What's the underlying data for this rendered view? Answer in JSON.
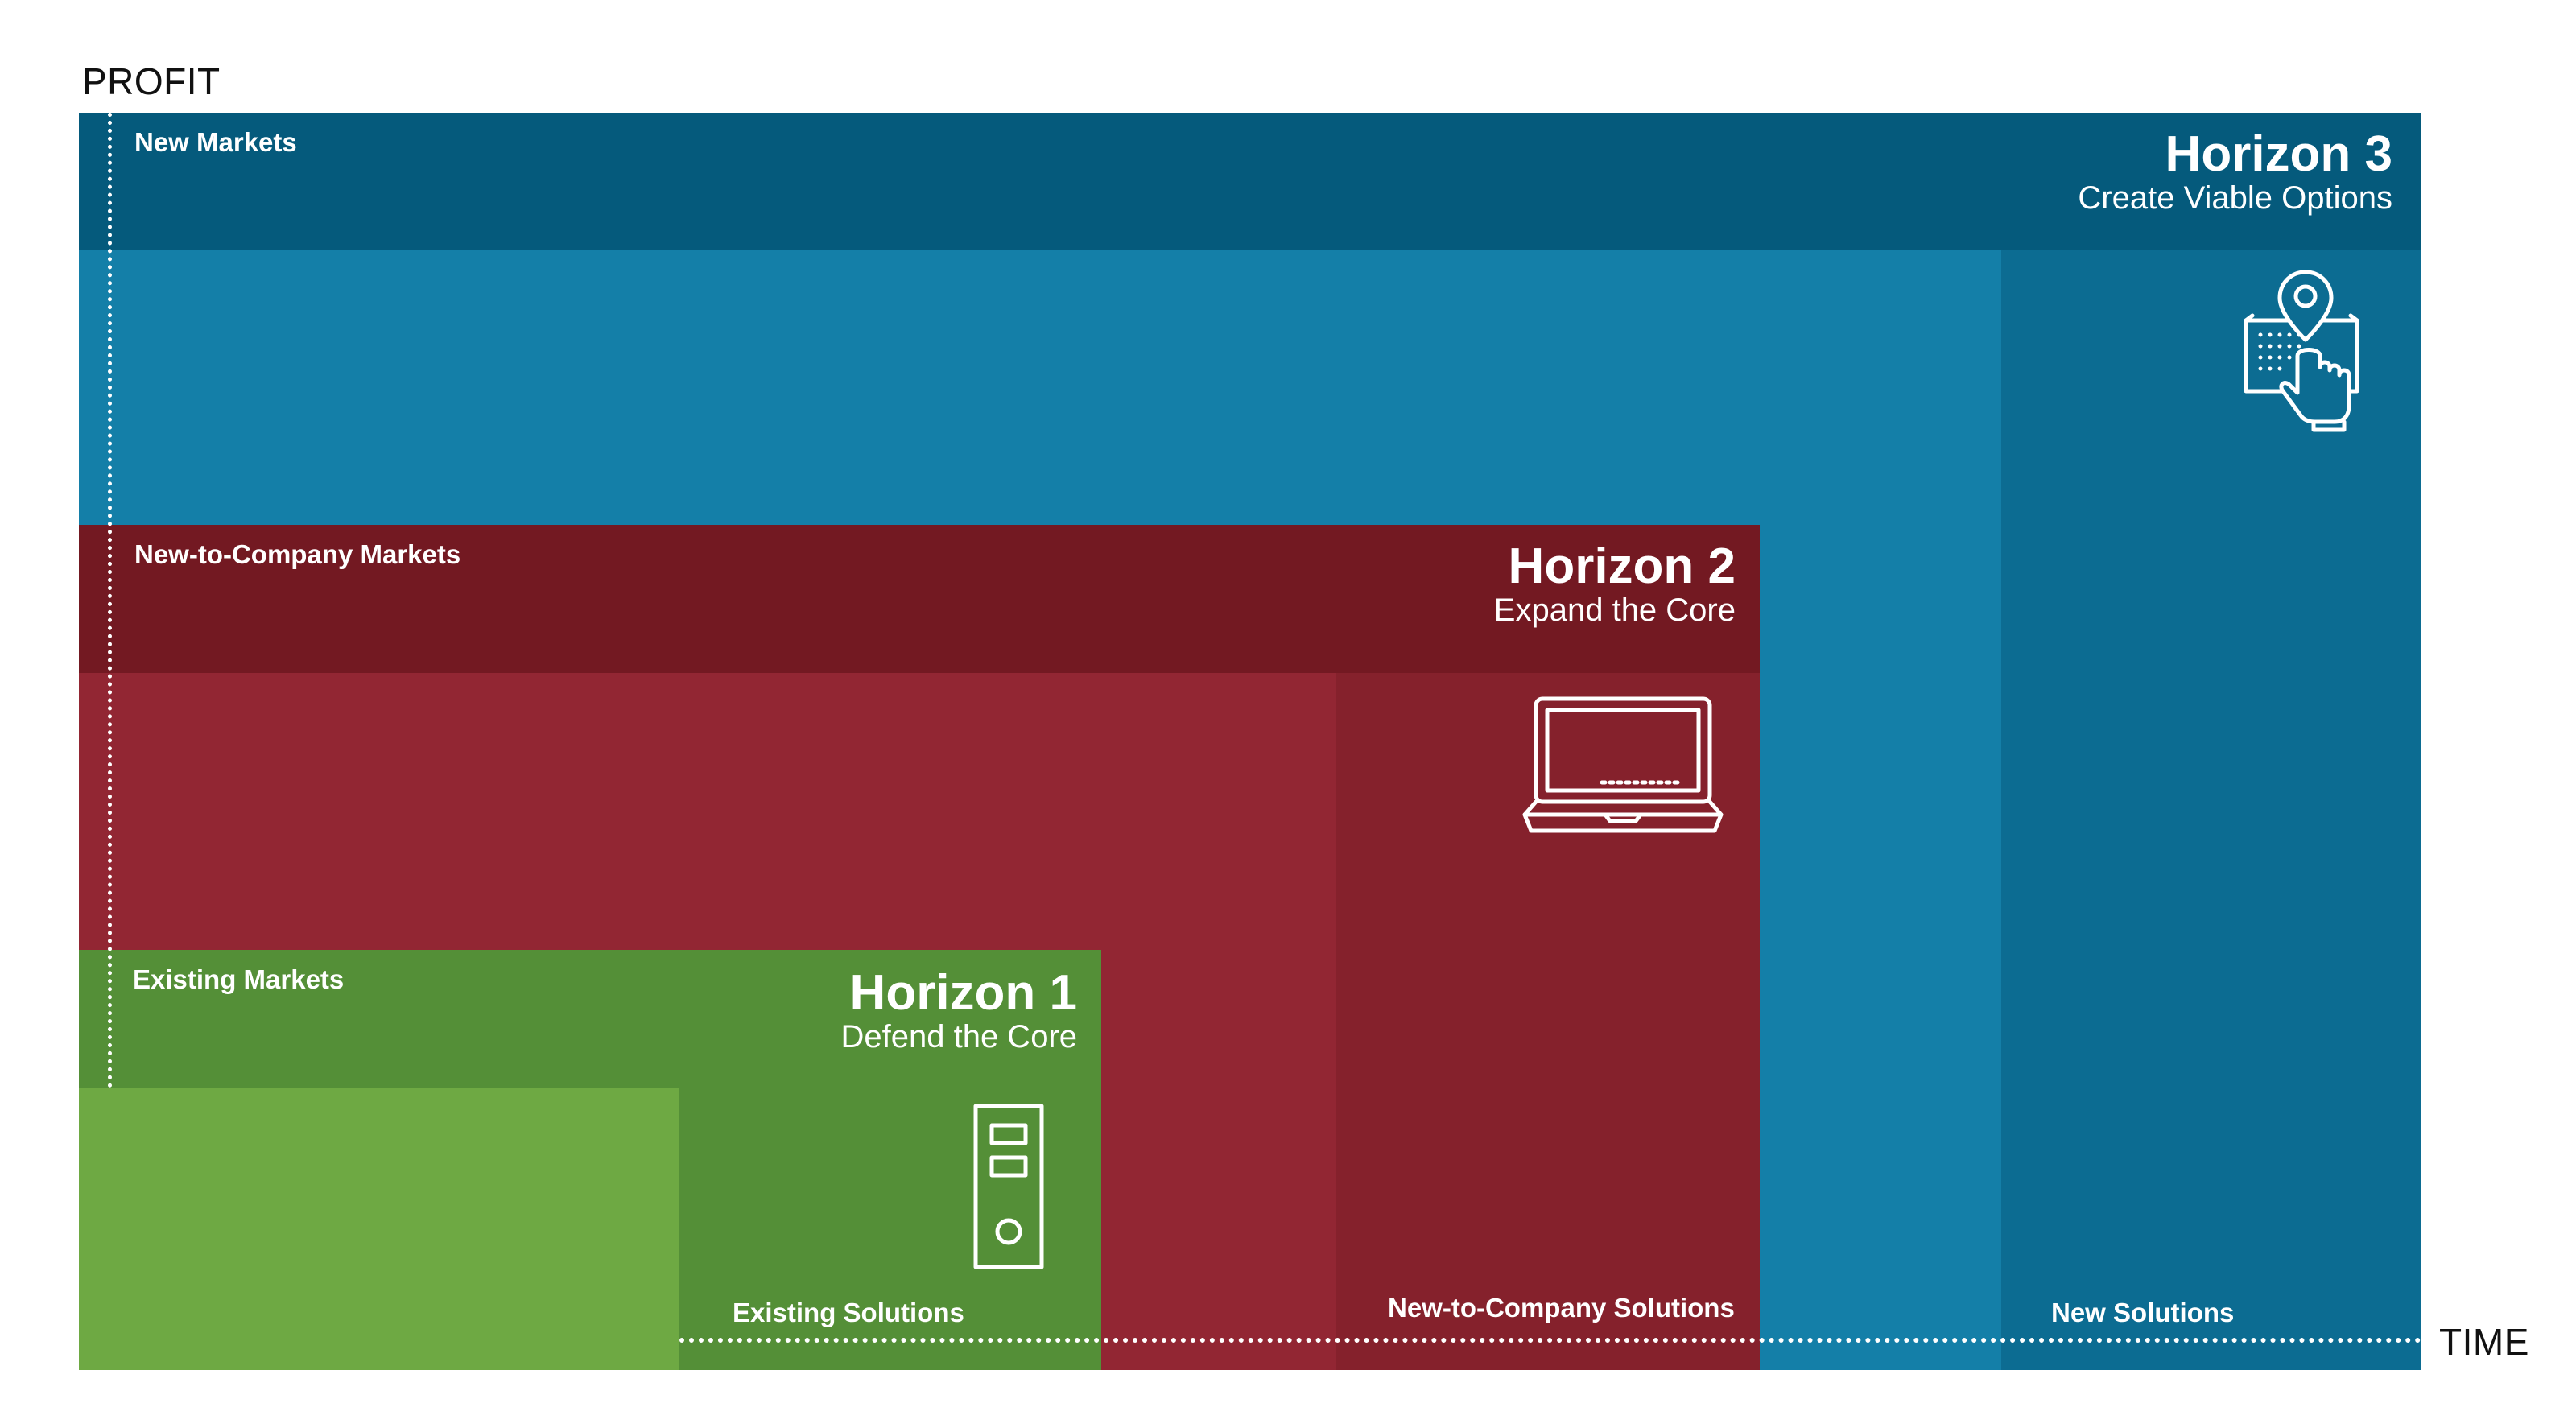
{
  "axes": {
    "y_label": "PROFIT",
    "x_label": "TIME"
  },
  "horizon3": {
    "title": "Horizon 3",
    "subtitle": "Create Viable Options",
    "market": "New Markets",
    "solution": "New Solutions",
    "icon": "map-pin-touch-icon"
  },
  "horizon2": {
    "title": "Horizon 2",
    "subtitle": "Expand the Core",
    "market": "New-to-Company Markets",
    "solution": "New-to-Company Solutions",
    "icon": "laptop-icon"
  },
  "horizon1": {
    "title": "Horizon 1",
    "subtitle": "Defend the Core",
    "market": "Existing Markets",
    "solution": "Existing Solutions",
    "icon": "server-tower-icon"
  },
  "colors": {
    "h3_dark": "#055a7c",
    "h3_mid": "#147fa8",
    "h3_side": "#0c6c92",
    "h2_dark": "#731922",
    "h2_mid": "#922633",
    "h2_side": "#85212c",
    "h1_dark": "#548f37",
    "h1_light": "#6ea943"
  }
}
